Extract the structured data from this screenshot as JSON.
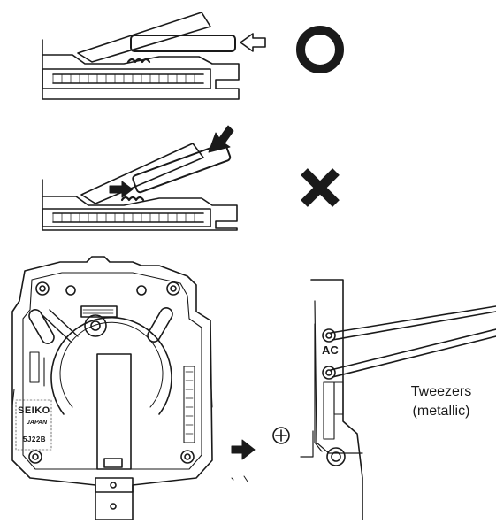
{
  "figure": {
    "correct_mark": "O",
    "wrong_mark": "X",
    "labels": {
      "tweezers": "Tweezers",
      "tweezers_material": "(metallic)",
      "ac_terminal": "AC",
      "brand": "SEIKO",
      "origin": "JAPAN",
      "caliber": "5J22B"
    },
    "colors": {
      "ink": "#1a1a1a",
      "background": "#ffffff"
    },
    "icons": {
      "correct": "circle-o-icon",
      "wrong": "cross-x-icon",
      "insert_direction": "arrow-left-outline-icon",
      "press_direction": "arrow-down-left-filled-icon",
      "next_step": "arrow-right-filled-icon"
    }
  }
}
